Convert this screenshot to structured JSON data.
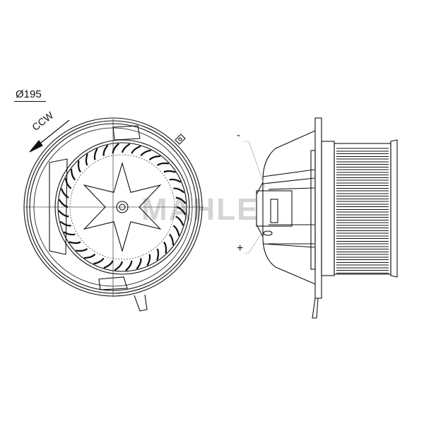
{
  "drawing": {
    "diameter_label": "Ø195",
    "rotation_label": "CCW",
    "terminal_negative": "-",
    "terminal_positive": "+",
    "watermark_logo": "MAHLE"
  },
  "colors": {
    "line": "#111111",
    "watermark": "#dddddd"
  }
}
